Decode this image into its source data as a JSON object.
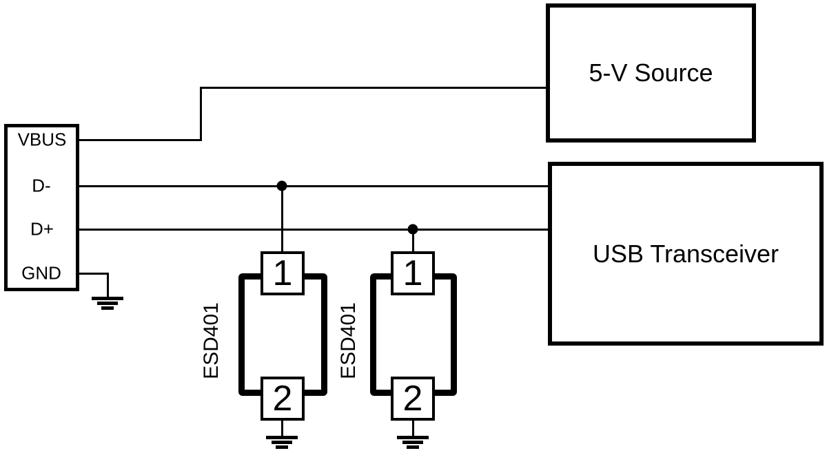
{
  "connector": {
    "pins": [
      {
        "label": "VBUS"
      },
      {
        "label": "D-"
      },
      {
        "label": "D+"
      },
      {
        "label": "GND"
      }
    ]
  },
  "blocks": {
    "source": {
      "label": "5-V Source"
    },
    "transceiver": {
      "label": "USB Transceiver"
    }
  },
  "esd": {
    "first": {
      "label": "ESD401",
      "pin_top": "1",
      "pin_bottom": "2"
    },
    "second": {
      "label": "ESD401",
      "pin_top": "1",
      "pin_bottom": "2"
    }
  },
  "icons": {
    "ground_symbol": "earth-ground-icon",
    "junction": "junction-dot"
  },
  "colors": {
    "line": "#000000",
    "background": "#ffffff",
    "text": "#000000"
  }
}
